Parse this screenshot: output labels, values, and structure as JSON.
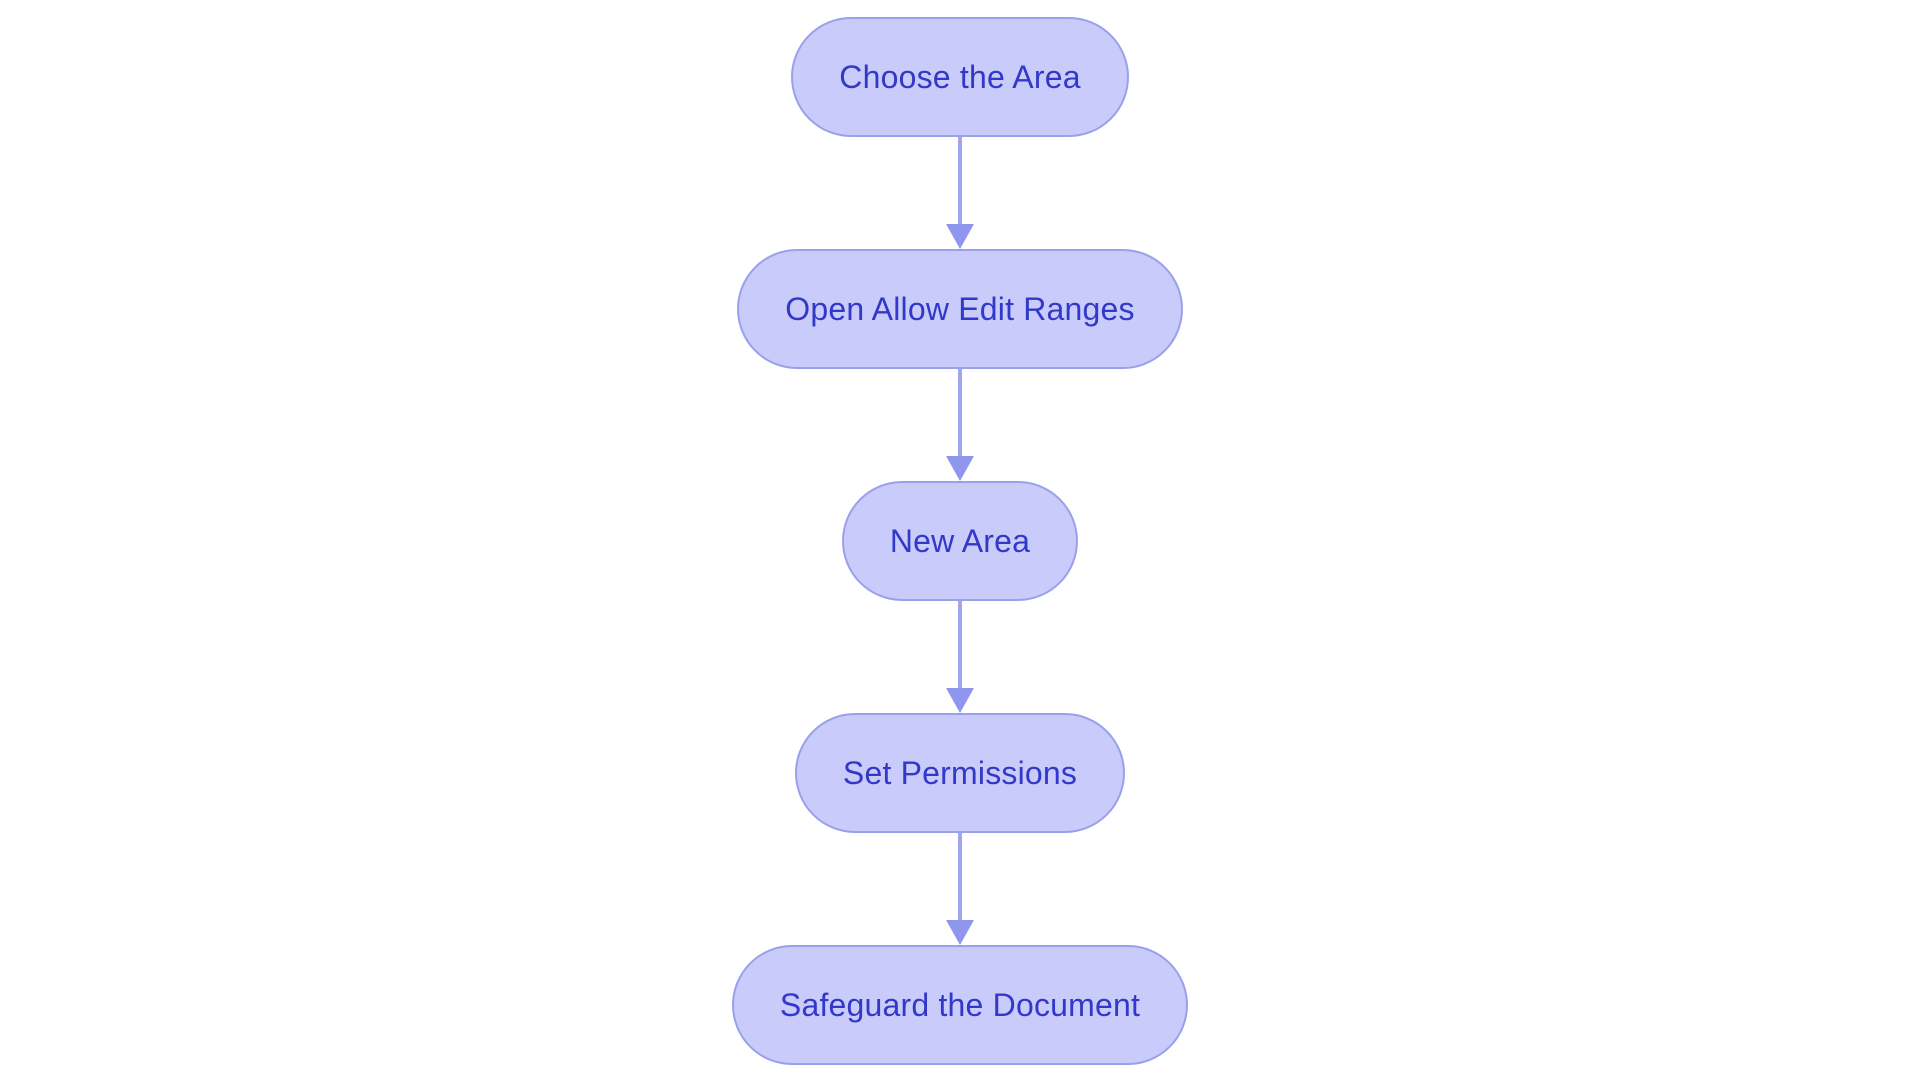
{
  "diagram": {
    "type": "flowchart",
    "direction": "top-down",
    "nodes": [
      {
        "id": "choose-area",
        "label": "Choose the Area"
      },
      {
        "id": "open-allow-edit-ranges",
        "label": "Open Allow Edit Ranges"
      },
      {
        "id": "new-area",
        "label": "New Area"
      },
      {
        "id": "set-permissions",
        "label": "Set Permissions"
      },
      {
        "id": "safeguard-document",
        "label": "Safeguard the Document"
      }
    ],
    "edges": [
      {
        "from": "choose-area",
        "to": "open-allow-edit-ranges"
      },
      {
        "from": "open-allow-edit-ranges",
        "to": "new-area"
      },
      {
        "from": "new-area",
        "to": "set-permissions"
      },
      {
        "from": "set-permissions",
        "to": "safeguard-document"
      }
    ],
    "colors": {
      "node_fill": "#c9cbfa",
      "node_border": "#9aa0ec",
      "node_text": "#3239c8",
      "arrow_line": "#a0a5f0",
      "arrow_head": "#8f96ed",
      "background": "#ffffff"
    }
  }
}
